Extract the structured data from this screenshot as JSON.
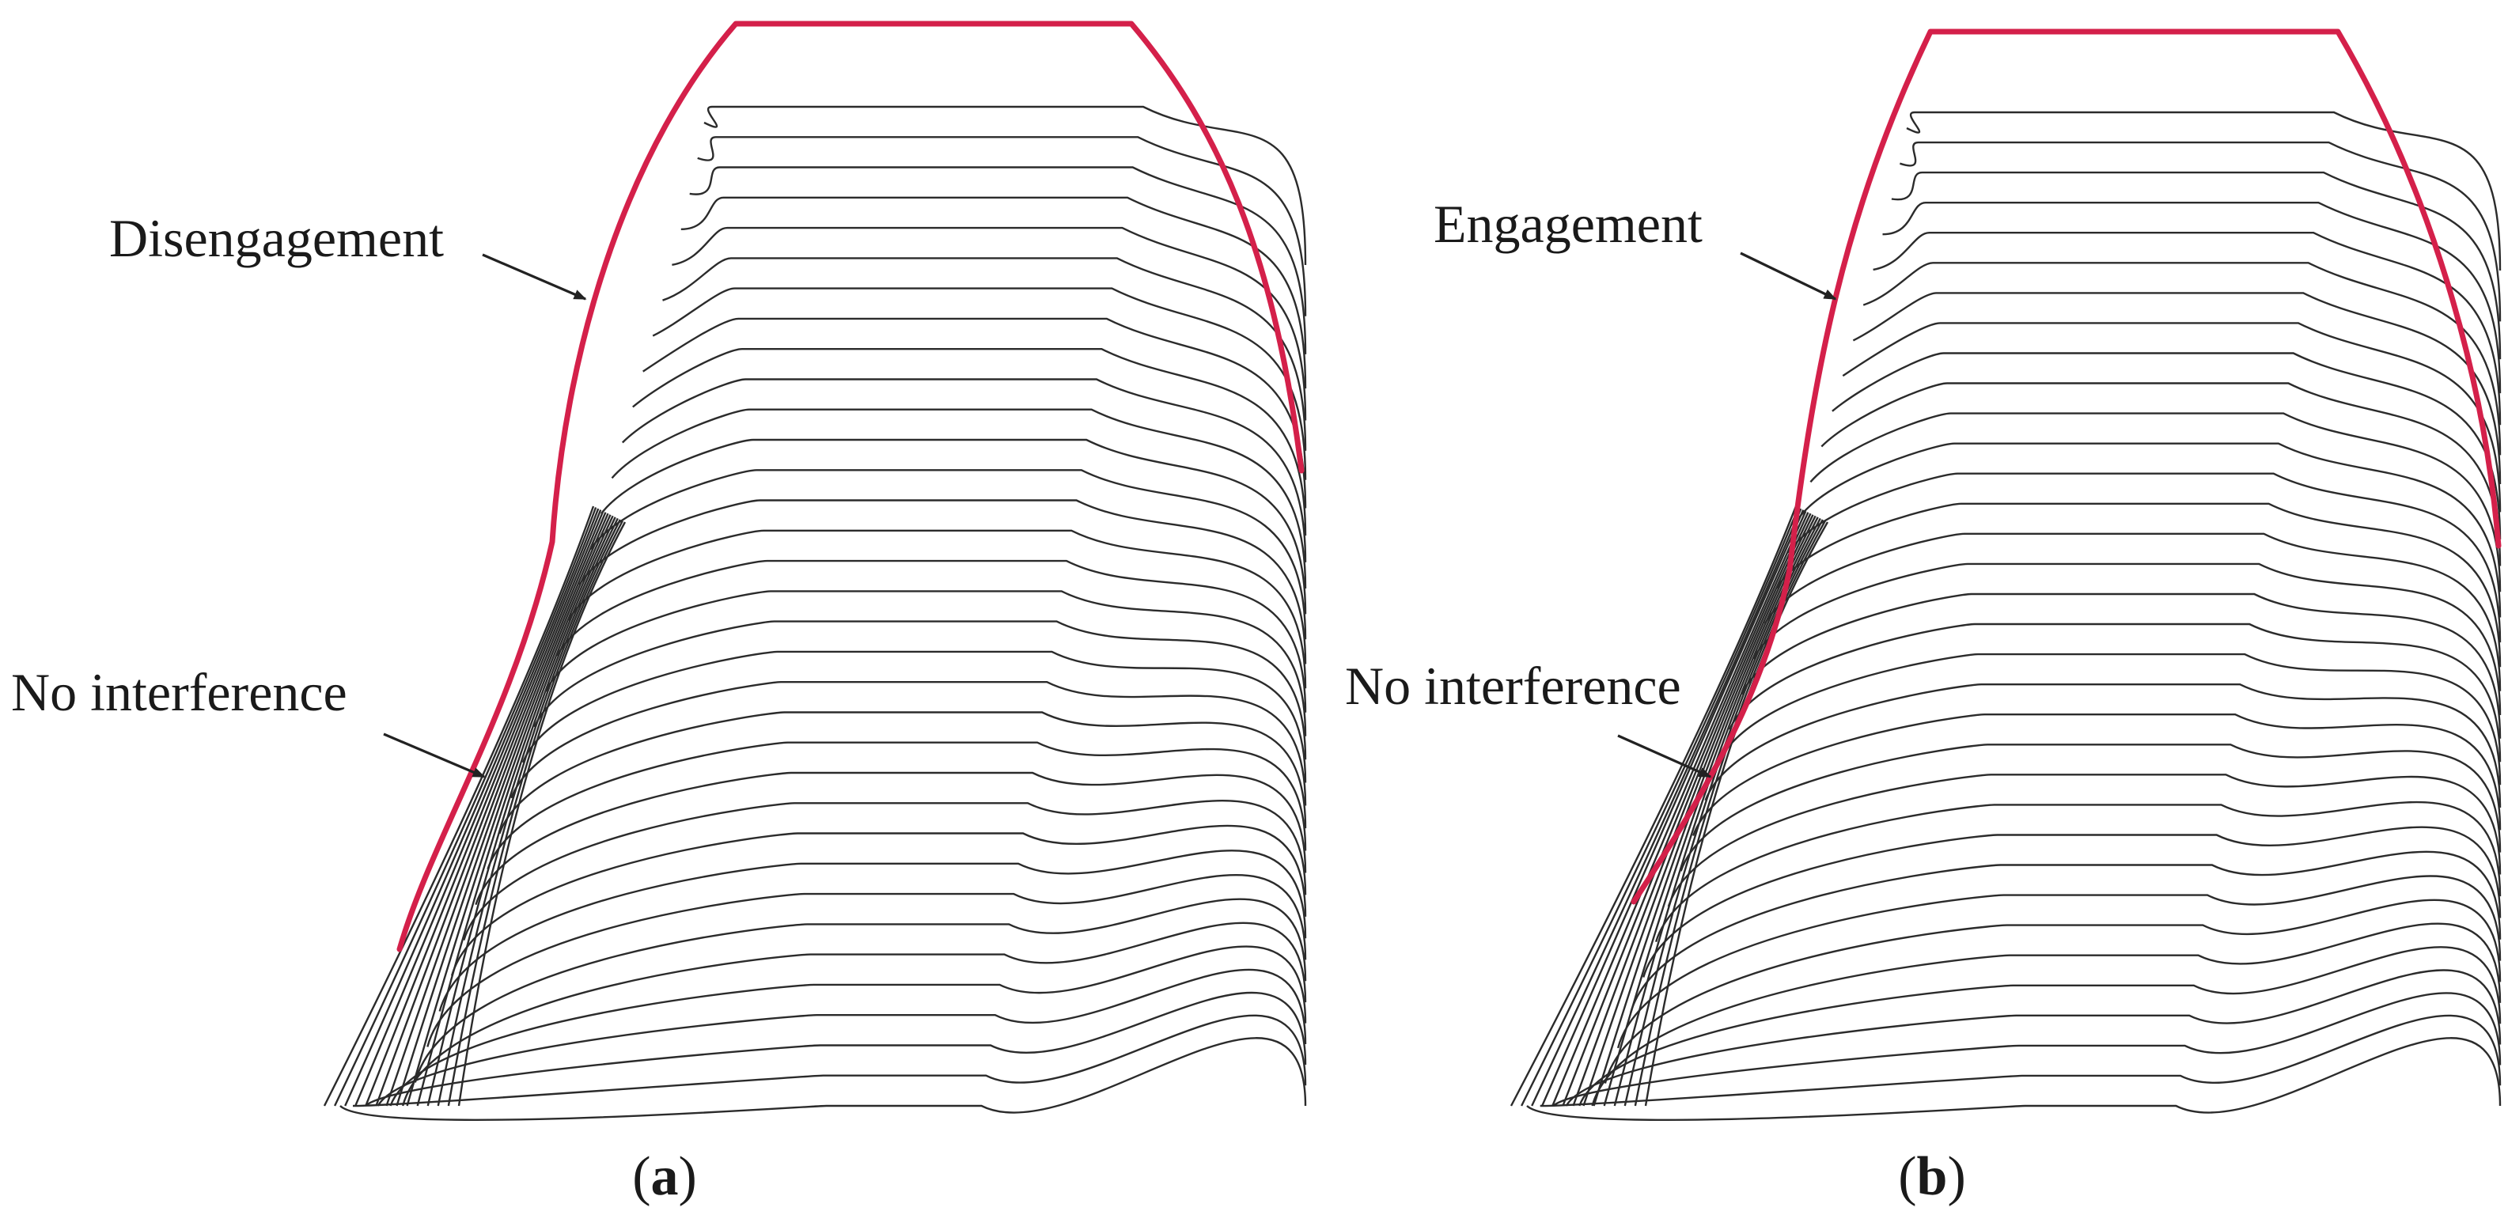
{
  "colors": {
    "tool_profile": "#d4204a",
    "tooth_lines": "#2b2b2b",
    "annotation": "#222222"
  },
  "panels": [
    {
      "id": "a",
      "caption_open": "(",
      "caption_letter": "a",
      "caption_close": ")",
      "top_label": "Disengagement",
      "bottom_label": "No interference"
    },
    {
      "id": "b",
      "caption_open": "(",
      "caption_letter": "b",
      "caption_close": ")",
      "top_label": "Engagement",
      "bottom_label": "No interference"
    }
  ]
}
